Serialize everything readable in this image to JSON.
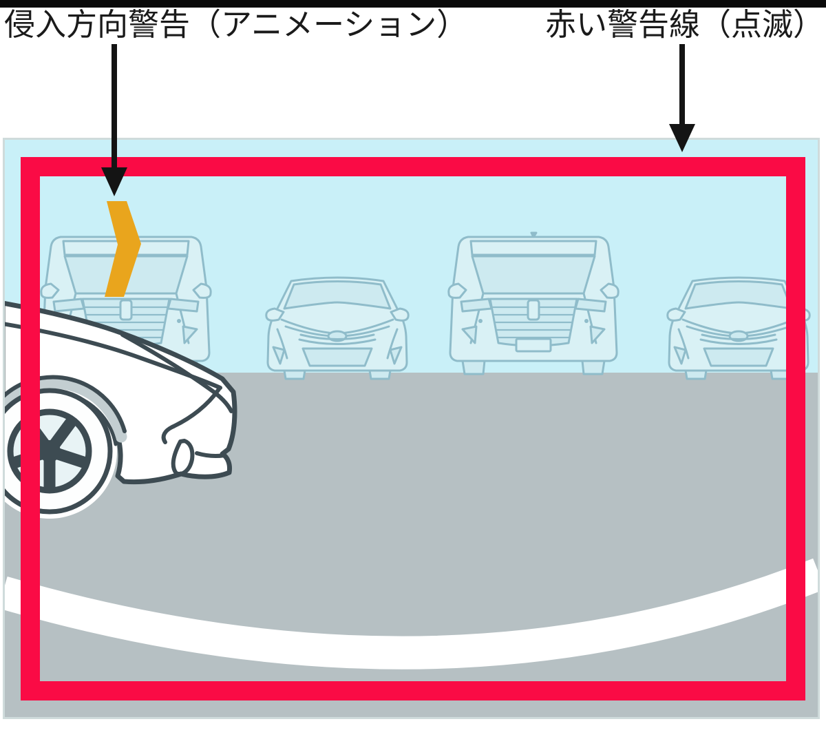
{
  "annotations": {
    "intrusion_label": "侵入方向警告（アニメーション）",
    "red_line_label": "赤い警告線（点滅）"
  },
  "camera_view": {
    "sky_color": "#c9f0f8",
    "ground_color": "#b6c0c3",
    "frame_border_color": "#cfdbdb",
    "warning_frame_color": "#fa0b45",
    "chevron_color": "#e9a51d",
    "guide_line_color": "#ffffff",
    "parked_car_line_color": "#8fbcca",
    "parked_car_fill_color": "#d9f1f5",
    "ego_car_outline_color": "#3d4b52",
    "parked_car_count": "4"
  },
  "icons": {
    "down_arrow": "↓",
    "intrusion_chevron": "❯"
  }
}
